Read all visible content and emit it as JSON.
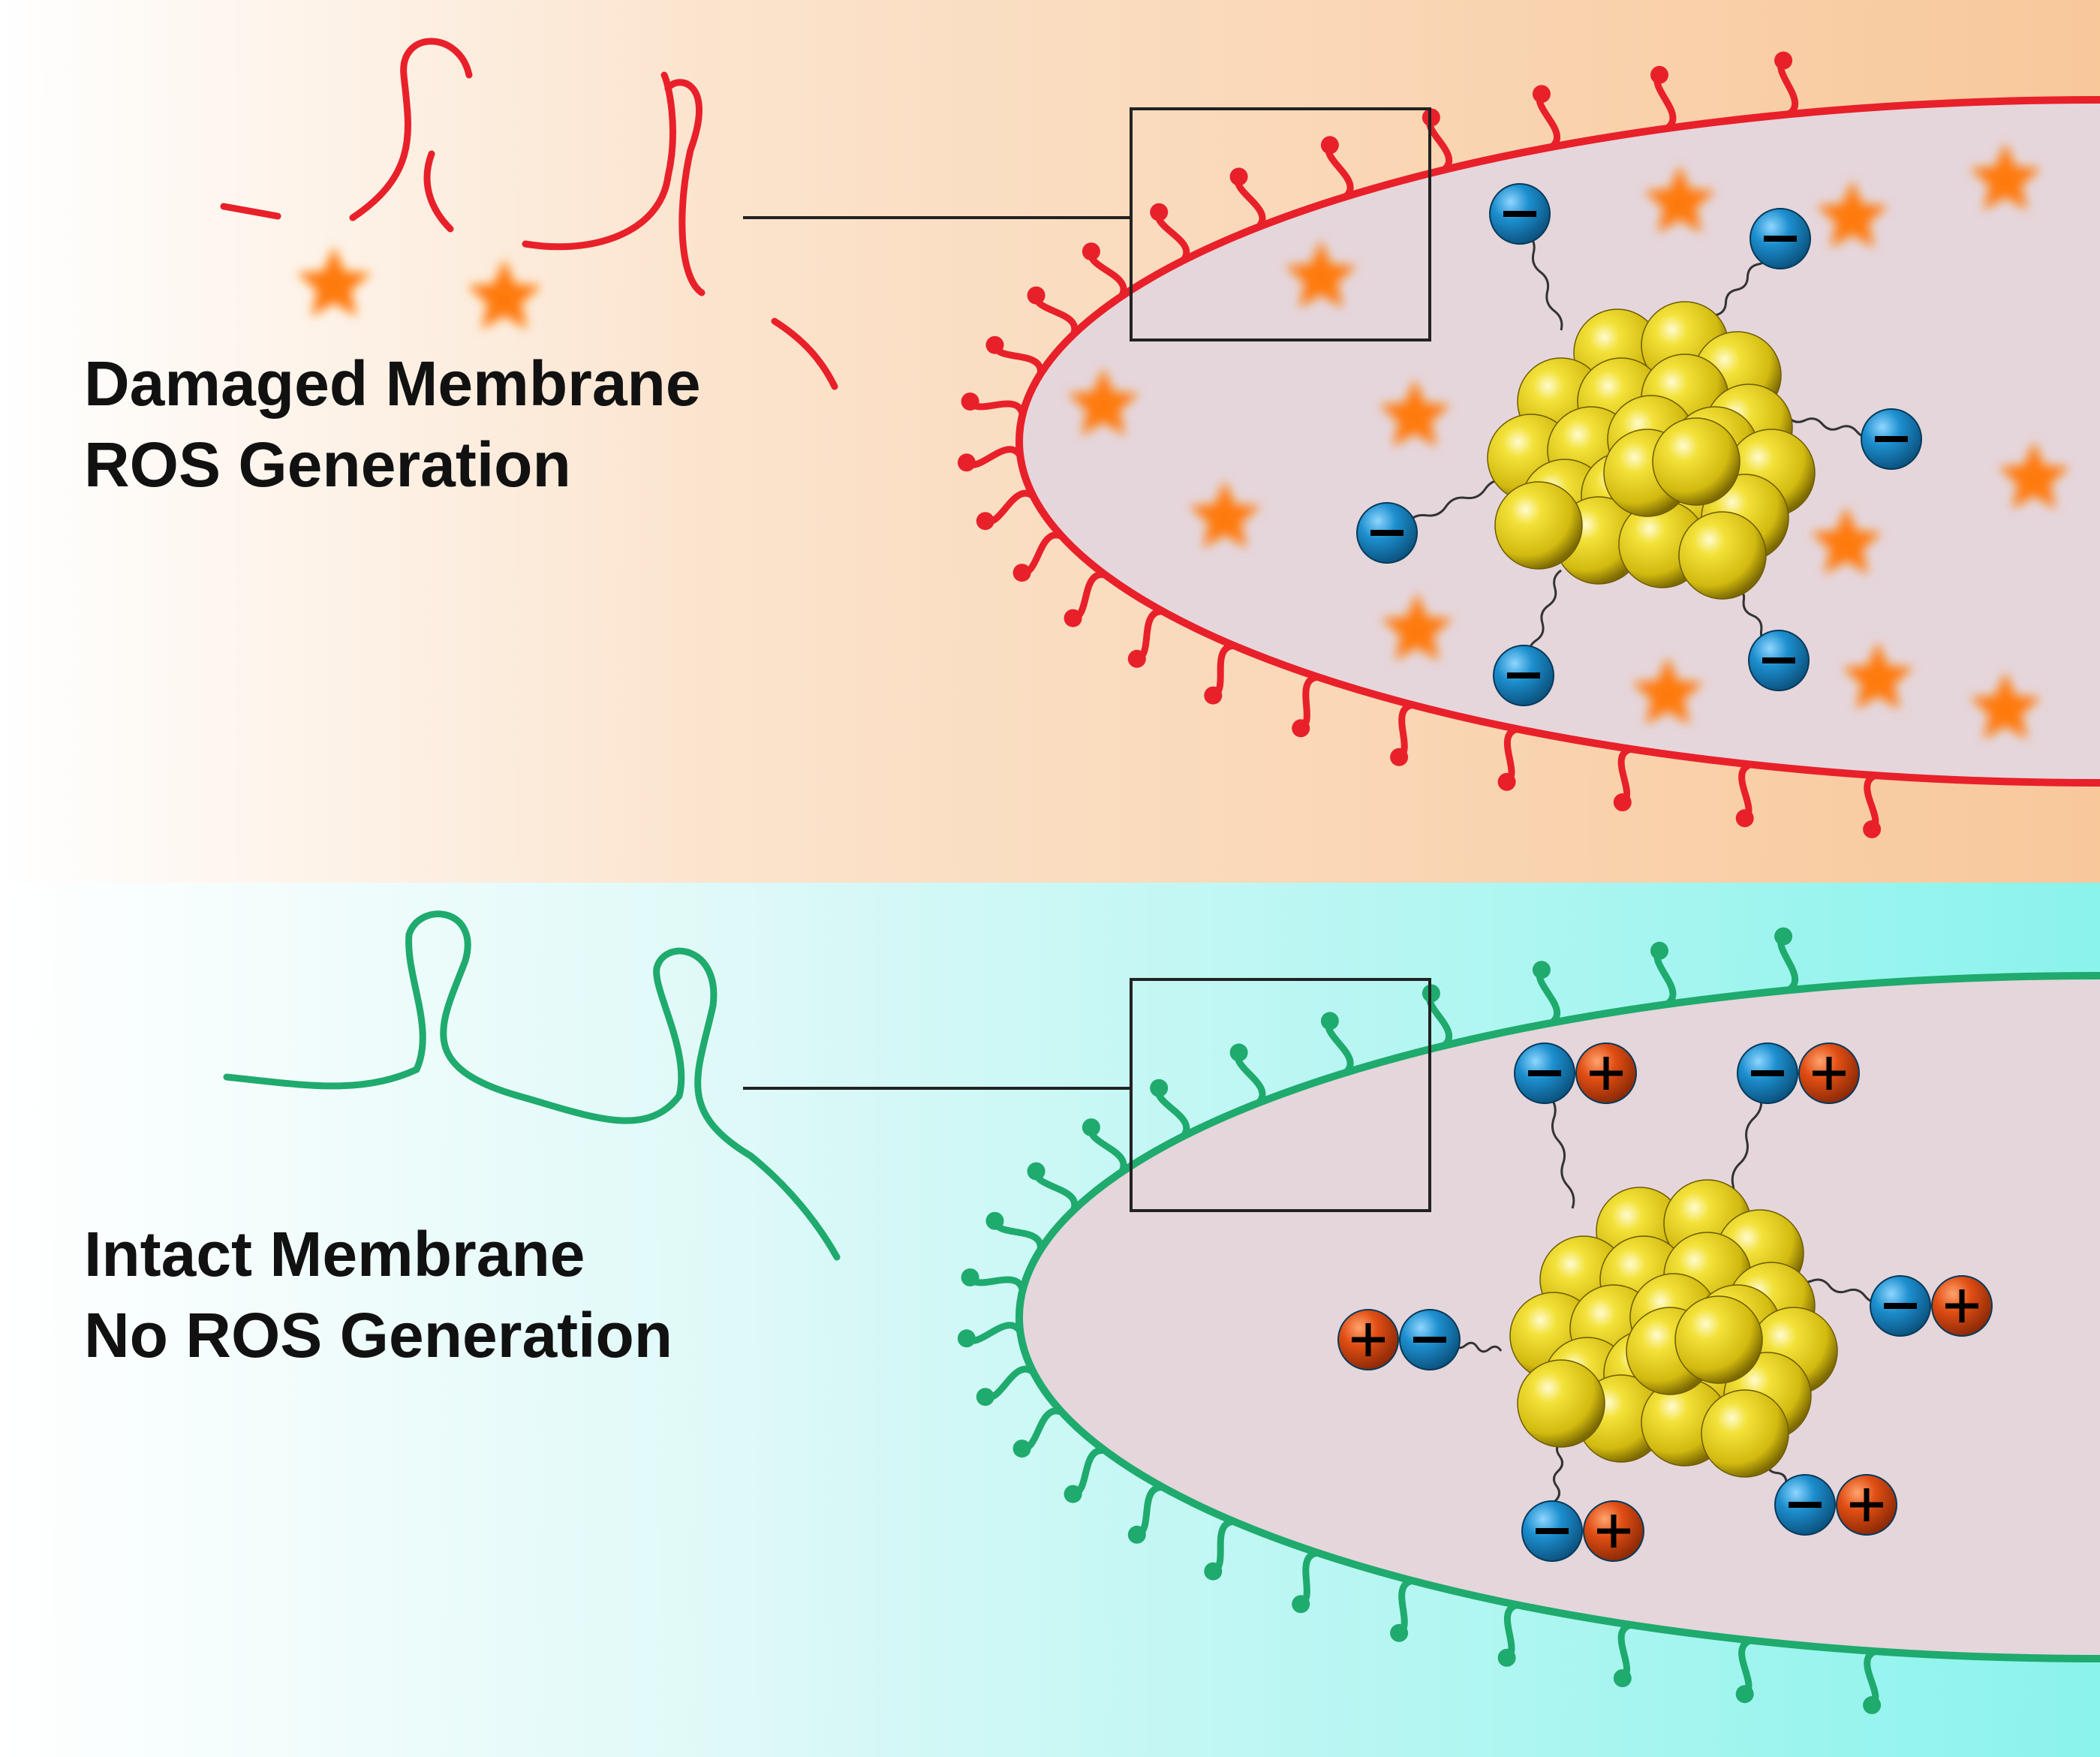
{
  "top_panel": {
    "line1": "Damaged Membrane",
    "line2": "ROS Generation",
    "membrane_color": "#e8202a",
    "background_color": "#f8c89b",
    "ros_color": "#ff7a10",
    "anion_symbol": "−"
  },
  "bottom_panel": {
    "line1": "Intact Membrane",
    "line2": "No ROS Generation",
    "membrane_color": "#1faa6e",
    "background_color": "#8af3ec",
    "anion_symbol": "−",
    "cation_symbol": "+"
  },
  "colors": {
    "cell_interior": "#e5d6dc",
    "gold_sphere": "#e3ce1e",
    "anion_sphere": "#1d8fcf",
    "cation_sphere": "#e14e14"
  }
}
